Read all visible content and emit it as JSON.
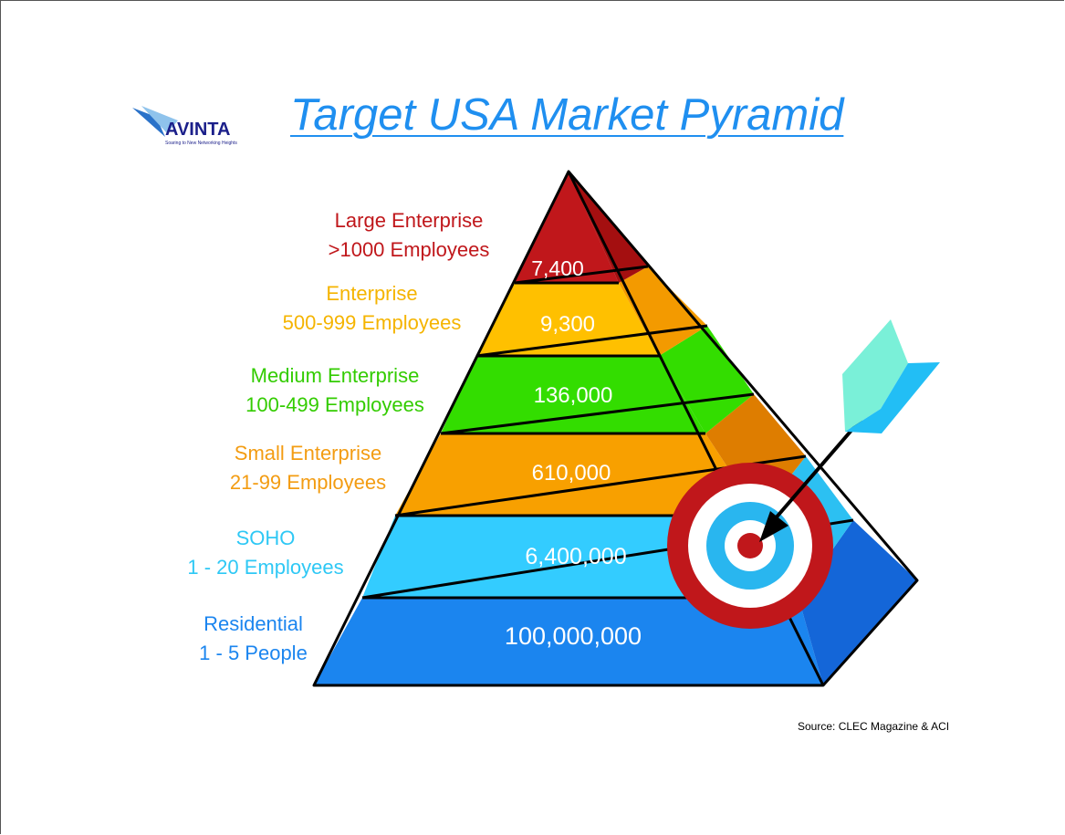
{
  "title": "Target USA Market Pyramid",
  "logo": {
    "name": "AVINTA",
    "tagline": "Soaring to New Networking Heights"
  },
  "segments": [
    {
      "name": "Large Enterprise",
      "size": ">1000 Employees",
      "value": "7,400",
      "color": "#c0171b",
      "label_color": "#c0171b"
    },
    {
      "name": "Enterprise",
      "size": "500-999 Employees",
      "value": "9,300",
      "color": "#ffc000",
      "label_color": "#f5b400"
    },
    {
      "name": "Medium Enterprise",
      "size": "100-499 Employees",
      "value": "136,000",
      "color": "#33dd00",
      "label_color": "#33cc00"
    },
    {
      "name": "Small Enterprise",
      "size": "21-99 Employees",
      "value": "610,000",
      "color": "#f8a000",
      "label_color": "#f39c12"
    },
    {
      "name": "SOHO",
      "size": "1 - 20 Employees",
      "value": "6,400,000",
      "color": "#33ccff",
      "label_color": "#2ec8f5"
    },
    {
      "name": "Residential",
      "size": "1 - 5 People",
      "value": "100,000,000",
      "color": "#1b85ef",
      "label_color": "#1b85ef"
    }
  ],
  "source": "Source: CLEC Magazine & ACI"
}
